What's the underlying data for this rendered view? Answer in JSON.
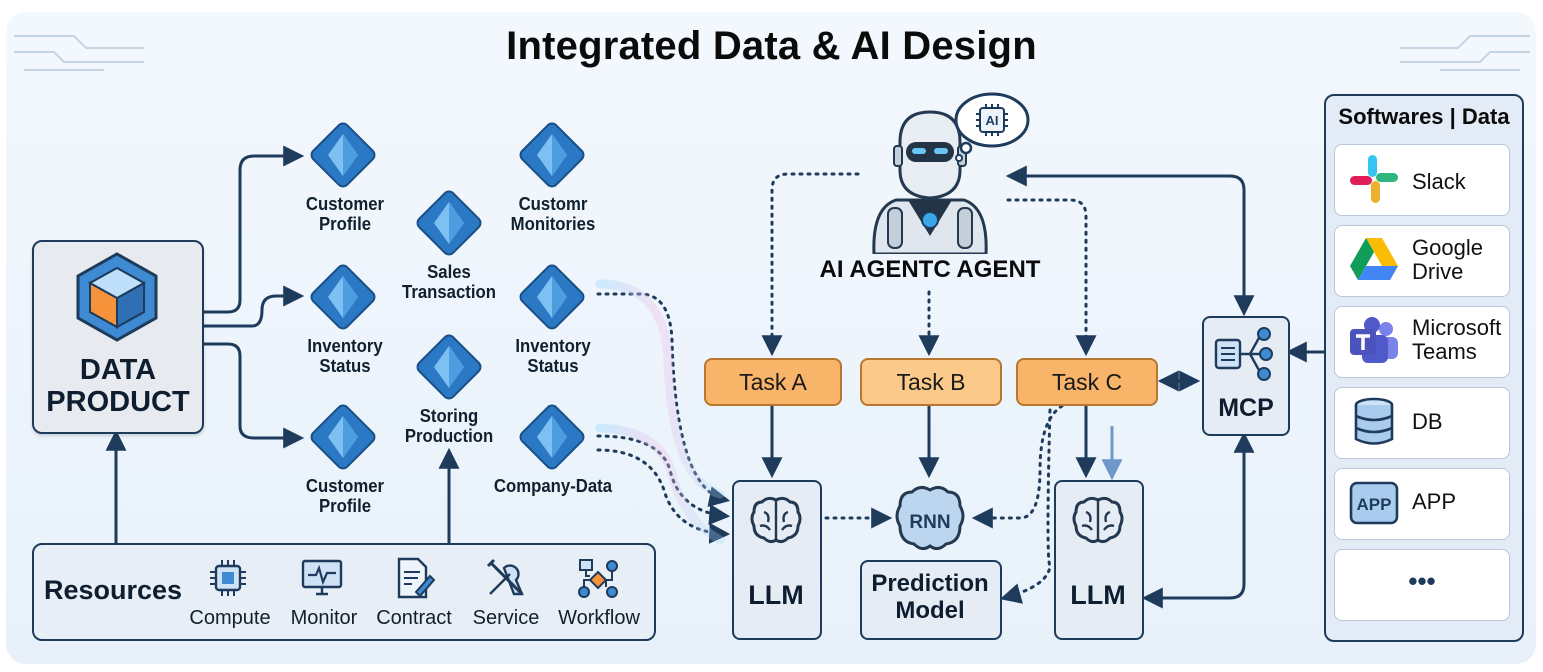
{
  "title": "Integrated Data & AI Design",
  "data_product": {
    "label": "DATA PRODUCT"
  },
  "data_nodes": [
    {
      "label": "Customer Profile"
    },
    {
      "label": "Inventory Status"
    },
    {
      "label": "Customer Profile"
    },
    {
      "label": "Sales Transaction"
    },
    {
      "label": "Storing Production"
    },
    {
      "label": "Customr Monitories"
    },
    {
      "label": "Inventory Status"
    },
    {
      "label": "Company-Data"
    }
  ],
  "resources": {
    "title": "Resources",
    "items": [
      {
        "label": "Compute",
        "icon": "cpu-chip-icon"
      },
      {
        "label": "Monitor",
        "icon": "monitor-pulse-icon"
      },
      {
        "label": "Contract",
        "icon": "contract-pen-icon"
      },
      {
        "label": "Service",
        "icon": "wrench-screwdriver-icon"
      },
      {
        "label": "Workflow",
        "icon": "workflow-nodes-icon"
      }
    ]
  },
  "agent": {
    "label": "AI AGENTC AGENT",
    "bubble": "AI"
  },
  "tasks": [
    {
      "label": "Task A"
    },
    {
      "label": "Task B"
    },
    {
      "label": "Task C"
    }
  ],
  "llm_left": {
    "label": "LLM"
  },
  "llm_right": {
    "label": "LLM"
  },
  "rnn": {
    "label": "RNN"
  },
  "prediction_model": {
    "label": "Prediction Model"
  },
  "mcp": {
    "label": "MCP"
  },
  "softwares": {
    "title": "Softwares | Data",
    "items": [
      {
        "label": "Slack",
        "icon": "slack-icon"
      },
      {
        "label": "Google Drive",
        "icon": "google-drive-icon"
      },
      {
        "label": "Microsoft Teams",
        "icon": "microsoft-teams-icon"
      },
      {
        "label": "DB",
        "icon": "database-icon"
      },
      {
        "label": "APP",
        "icon": "app-icon",
        "badge": "APP"
      },
      {
        "label": "•••",
        "icon": "more-icon"
      }
    ]
  },
  "colors": {
    "accent": "#1e3b5c",
    "diamond": "#2b79c5",
    "task": "#f8b469",
    "panel": "#e3ecf6"
  }
}
